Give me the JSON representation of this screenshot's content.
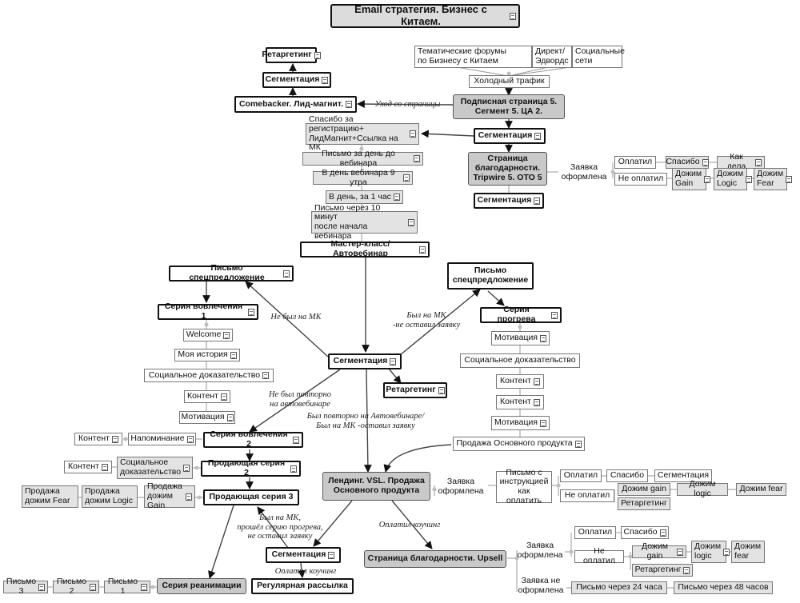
{
  "title": "Email стратегия. Бизнес с Китаем.",
  "nodes": {
    "forums": "Тематические форумы\nпо Бизнесу с Китаем",
    "direct": "Директ/\nЭдвордс",
    "social": "Социальные\nсети",
    "cold_traffic": "Холодный трафик",
    "subscribe_page": "Подписная страница 5.\nСегмент 5. ЦА 2.",
    "retargeting_top": "Ретаргетинг",
    "segmentation_top_left": "Сегментация",
    "comebacker": "Comebacker. Лид-магнит.",
    "segmentation_main_top": "Сегментация",
    "thanks_reg": "Спасибо за регистрацию+\nЛидМагнит+Ссылка на МК",
    "day_before": "Письмо за день до вебинара",
    "day_9am": "В день вебинара 9 утра",
    "day_1h": "В день, за 1 час",
    "after_10min": "Письмо через 10 минут\nпосле начала вебинара",
    "thanks_page": "Страница\nблагодарности.\nTripwire 5. ОТО 5",
    "segmentation_thanks": "Сегментация",
    "request_done_1": "Заявка\nоформлена",
    "paid_1": "Оплатил",
    "not_paid_1": "Не оплатил",
    "thanks_1": "Спасибо",
    "how_are_you": "Как дела",
    "push_gain_1": "Дожим\nGain",
    "push_logic_1": "Дожим\nLogic",
    "push_fear_1": "Дожим\nFear",
    "master_class": "Мастер-класс/Автовебинар",
    "special_offer_left": "Письмо спецпредложение",
    "special_offer_right": "Письмо\nспецпредложение",
    "engage_series_1": "Серия вовлечения 1",
    "welcome": "Welcome",
    "my_story": "Моя история",
    "social_proof_left": "Социальное доказательство",
    "content_left": "Контент",
    "motivation_left": "Мотивация",
    "warmup_series": "Серия прогрева",
    "motivation_right": "Мотивация",
    "social_proof_right": "Социальное доказательство",
    "content_right_1": "Контент",
    "content_right_2": "Контент",
    "motivation_right_2": "Мотивация",
    "sell_main": "Продажа Основного продукта",
    "segmentation_center": "Сегментация",
    "retargeting_center": "Ретаргетинг",
    "engage_series_2": "Серия вовлечения 2",
    "content_es2": "Контент",
    "reminder": "Напоминание",
    "selling_series_2": "Продающая серия 2",
    "content_ss2": "Контент",
    "social_proof_ss2": "Социальное\nдоказательство",
    "selling_series_3": "Продающая серия 3",
    "sell_push_fear": "Продажа\nдожим Fear",
    "sell_push_logic": "Продажа\nдожим Logic",
    "sell_push_gain": "Продажа\nдожим Gain",
    "landing": "Лендинг. VSL. Продажа\nОсновного продукта",
    "request_done_2": "Заявка\nоформлена",
    "payment_instructions": "Письмо с\nинструкцией\nкак оплатить",
    "paid_2": "Оплатил",
    "thanks_2": "Спасибо",
    "segmentation_2": "Сегментация",
    "not_paid_2": "Не оплатил",
    "push_gain_2": "Дожим gain",
    "push_logic_2": "Дожим logic",
    "push_fear_2": "Дожим fear",
    "retargeting_2": "Ретаргетинг",
    "segmentation_bottom": "Сегментация",
    "upsell": "Страница благодарности. Upsell",
    "request_done_3": "Заявка\nоформлена",
    "paid_3": "Оплатил",
    "thanks_3": "Спасибо",
    "not_paid_3": "Не оплатил",
    "push_gain_3": "Дожим gain",
    "push_logic_3": "Дожим\nlogic",
    "push_fear_3": "Дожим\nfear",
    "retargeting_3": "Ретаргетинг",
    "request_not_done": "Заявка не\nоформлена",
    "letter_24h": "Письмо через 24 часа",
    "letter_48h": "Письмо через 48 часов",
    "reanimation": "Серия реанимации",
    "regular_mailing": "Регулярная рассылка",
    "letter_1": "Письмо 1",
    "letter_2": "Письмо 2",
    "letter_3": "Письмо 3"
  },
  "edge_labels": {
    "left_page": "Уход со страницы",
    "no_mk": "Не был на МК",
    "was_mk_no_request": "Был на МК\n-не оставил заявку",
    "no_repeat": "Не был повторно\nна автовебинаре",
    "repeat": "Был повторно на Автовебинаре/\nБыл на МК -оставил заявку",
    "was_mk_warmup": "Был на МК,\nпрошёл серию прогрева,\nне оставил заявку",
    "paid_coaching_1": "Оплатил коучинг",
    "paid_coaching_2": "Оплатил коучинг"
  }
}
